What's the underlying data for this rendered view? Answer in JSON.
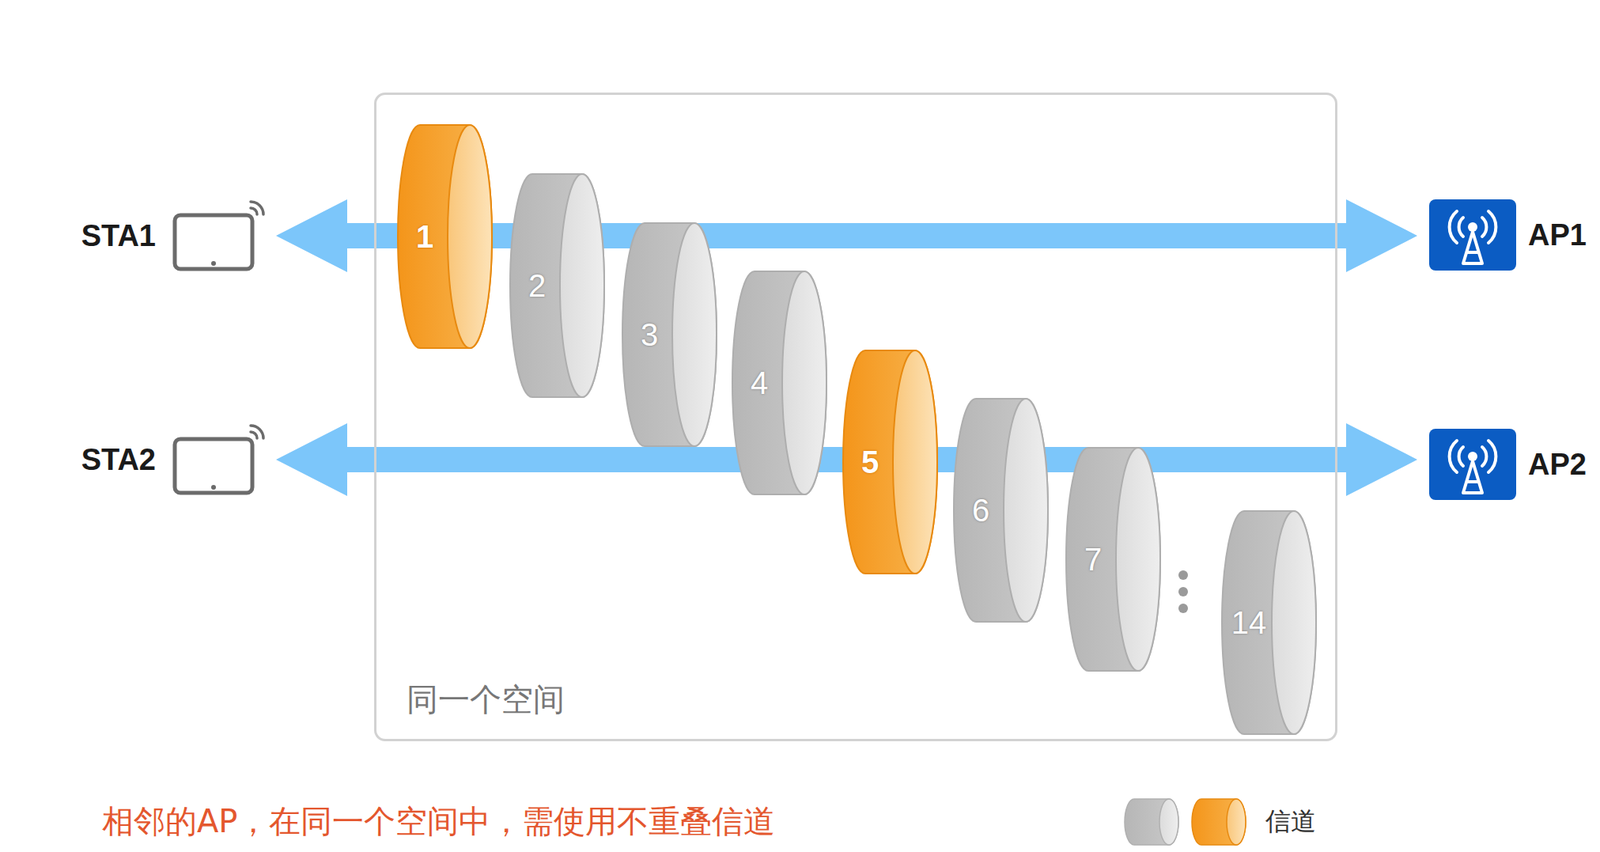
{
  "diagram": {
    "caption": "相邻的AP，在同一个空间中，需使用不重叠信道",
    "nodes": [
      {
        "text": [
          "STA1"
        ]
      },
      {
        "text": [
          "AP1"
        ]
      },
      {
        "text": [
          "STA2"
        ]
      },
      {
        "text": [
          "AP2"
        ]
      },
      {
        "text": [
          "同一个空间"
        ]
      },
      {
        "text": [
          "1"
        ],
        "in": 4
      },
      {
        "text": [
          "2"
        ],
        "in": 4
      },
      {
        "text": [
          "3"
        ],
        "in": 4
      },
      {
        "text": [
          "4"
        ],
        "in": 4
      },
      {
        "text": [
          "5"
        ],
        "in": 4
      },
      {
        "text": [
          "6"
        ],
        "in": 4
      },
      {
        "text": [
          "7"
        ],
        "in": 4
      },
      {
        "text": [
          "14"
        ],
        "in": 4
      }
    ],
    "edges": [
      {
        "from": 0,
        "to": 1,
        "arrow": "both"
      },
      {
        "from": 2,
        "to": 3,
        "arrow": "both"
      }
    ],
    "legend": [
      {
        "text": "信道"
      }
    ]
  }
}
